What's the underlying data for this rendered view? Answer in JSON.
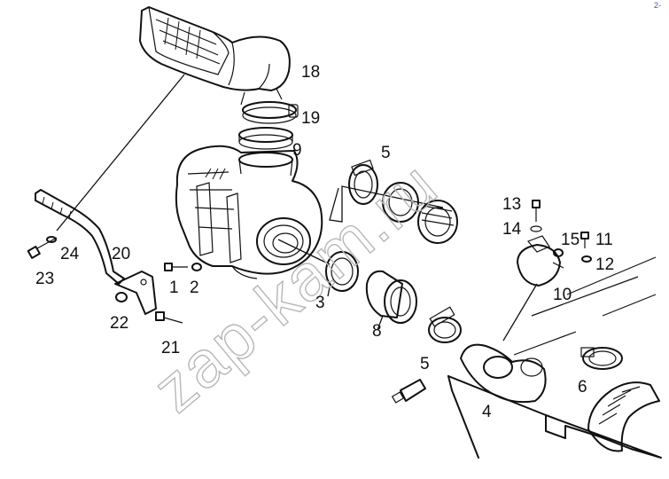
{
  "watermark": "zap-kam.ru",
  "corner_mark": "2-",
  "callouts": [
    {
      "id": "c18",
      "label": "18"
    },
    {
      "id": "c19",
      "label": "19"
    },
    {
      "id": "c9",
      "label": "9"
    },
    {
      "id": "c5a",
      "label": "5"
    },
    {
      "id": "c13",
      "label": "13"
    },
    {
      "id": "c14",
      "label": "14"
    },
    {
      "id": "c15",
      "label": "15"
    },
    {
      "id": "c11",
      "label": "11"
    },
    {
      "id": "c12",
      "label": "12"
    },
    {
      "id": "c10",
      "label": "10"
    },
    {
      "id": "c20",
      "label": "20"
    },
    {
      "id": "c24",
      "label": "24"
    },
    {
      "id": "c23",
      "label": "23"
    },
    {
      "id": "c1",
      "label": "1"
    },
    {
      "id": "c2",
      "label": "2"
    },
    {
      "id": "c3",
      "label": "3"
    },
    {
      "id": "c8",
      "label": "8"
    },
    {
      "id": "c22",
      "label": "22"
    },
    {
      "id": "c21",
      "label": "21"
    },
    {
      "id": "c5b",
      "label": "5"
    },
    {
      "id": "c4",
      "label": "4"
    },
    {
      "id": "c6",
      "label": "6"
    }
  ]
}
